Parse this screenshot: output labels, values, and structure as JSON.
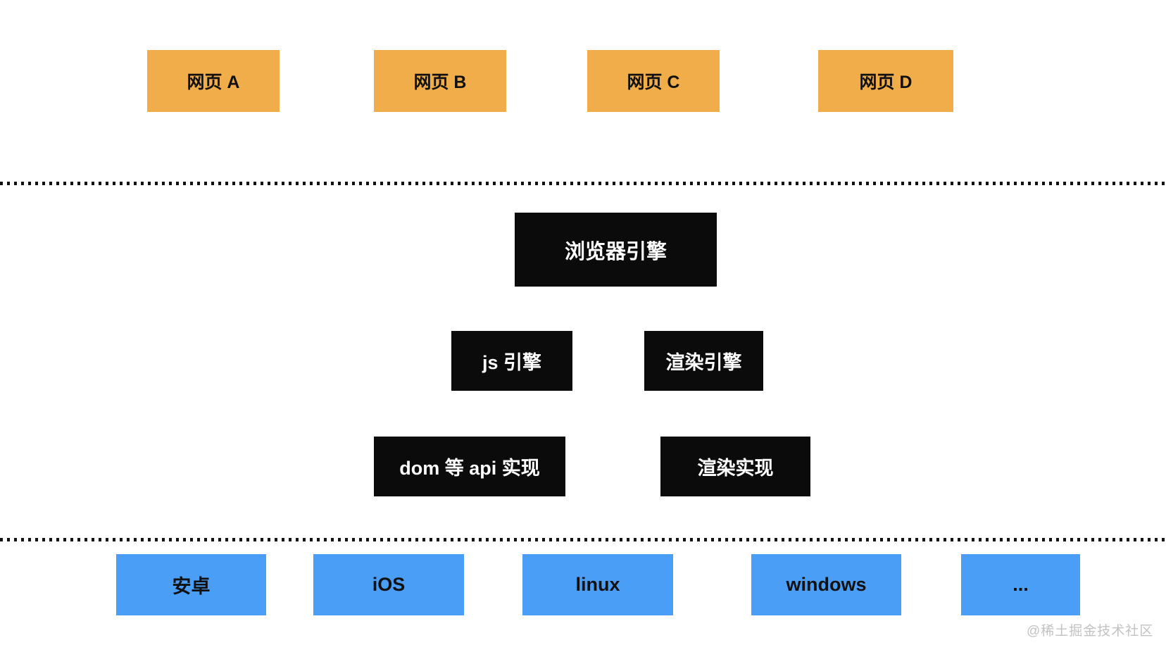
{
  "diagram": {
    "title_semantic": "browser-architecture-layers",
    "colors": {
      "webpage_box": "#f0ad4a",
      "engine_box": "#0b0b0b",
      "os_box": "#4b9ef5",
      "box_text_dark": "#111111",
      "box_text_light": "#ffffff",
      "separator_dots": "#111111",
      "watermark_text": "#c2c2c2",
      "background": "#ffffff"
    },
    "web_pages": [
      {
        "label": "网页 A"
      },
      {
        "label": "网页 B"
      },
      {
        "label": "网页 C"
      },
      {
        "label": "网页 D"
      }
    ],
    "browser_engine": {
      "label": "浏览器引擎"
    },
    "engines": [
      {
        "label": "js 引擎"
      },
      {
        "label": "渲染引擎"
      }
    ],
    "implementations": [
      {
        "label": "dom 等 api 实现"
      },
      {
        "label": "渲染实现"
      }
    ],
    "operating_systems": [
      {
        "label": "安卓"
      },
      {
        "label": "iOS"
      },
      {
        "label": "linux"
      },
      {
        "label": "windows"
      },
      {
        "label": "..."
      }
    ],
    "watermark": {
      "label": "@稀土掘金技术社区"
    }
  }
}
